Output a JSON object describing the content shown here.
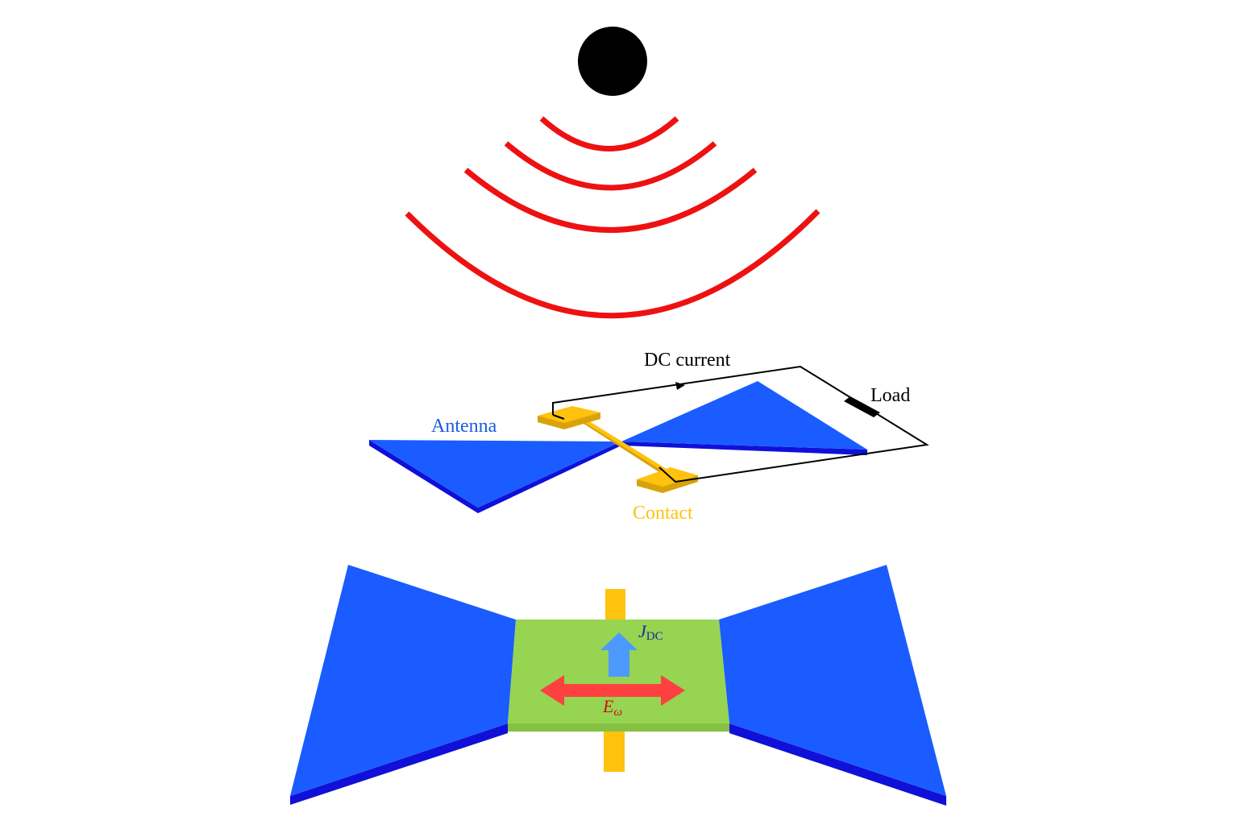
{
  "colors": {
    "background": "#ffffff",
    "source": "#000000",
    "wave": "#ee1111",
    "antenna_top": "#1a5cff",
    "antenna_side": "#1010d8",
    "contact": "#ffc20e",
    "channel": "#96d452",
    "jdc_arrow": "#4d9aff",
    "e_arrow": "#ff4040",
    "wire": "#000000",
    "label_blue": "#1a5ce0",
    "label_gold": "#ffc20e",
    "label_dark_blue": "#1a2a9a",
    "label_red": "#cc1111"
  },
  "source": {
    "name": "radiation-source"
  },
  "waves": {
    "count": 4
  },
  "circuit": {
    "dc_current_label": "DC current",
    "load_label": "Load",
    "antenna_label": "Antenna",
    "contact_label": "Contact"
  },
  "closeup": {
    "jdc_label_main": "J",
    "jdc_label_sub": "DC",
    "e_label_main": "E",
    "e_label_sub": "ω"
  }
}
